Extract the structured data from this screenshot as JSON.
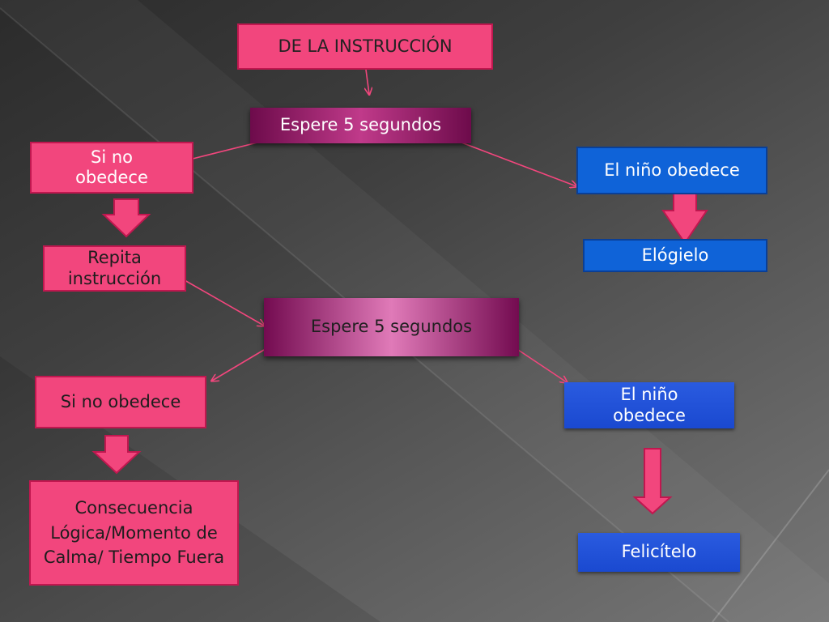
{
  "diagram": {
    "instruction_box": "DE LA INSTRUCCIÓN",
    "wait_box_1": "Espere 5 segundos",
    "no_obey_box_1": "Si no obedece",
    "child_obeys_box_1": "El niño obedece",
    "repeat_box": "Repita instrucción",
    "praise_box": "Elógielo",
    "wait_box_2": "Espere 5 segundos",
    "no_obey_box_2": "Si no obedece",
    "child_obeys_box_2": "El niño obedece",
    "consequence_box": "Consecuencia Lógica/Momento de Calma/ Tiempo Fuera",
    "congratulate_box": "Felicítelo"
  },
  "colors": {
    "pink": "#f2467d",
    "magenta": "#9b1a6c",
    "blue": "#0f63d8",
    "arrow": "#f2467d"
  }
}
